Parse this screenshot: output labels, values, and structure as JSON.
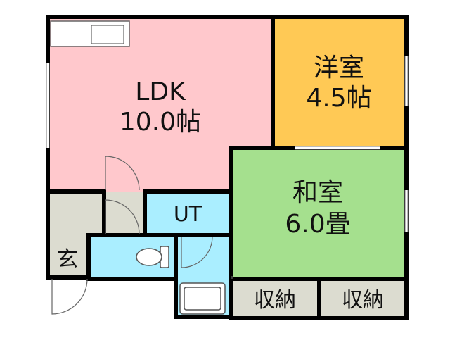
{
  "rooms": {
    "ldk": {
      "name": "LDK",
      "size": "10.0帖"
    },
    "yoshitsu": {
      "name": "洋室",
      "size": "4.5帖"
    },
    "washitsu": {
      "name": "和室",
      "size": "6.0畳"
    },
    "ut": {
      "name": "UT"
    },
    "genkan": {
      "name": "玄"
    },
    "storage_left": {
      "name": "収納"
    },
    "storage_right": {
      "name": "収納"
    }
  },
  "colors": {
    "ldk": "#ffc8cc",
    "yoshitsu": "#ffc955",
    "washitsu": "#a5e08e",
    "wet": "#aaeeff",
    "storage": "#dcdcd0",
    "wall": "#000000"
  }
}
